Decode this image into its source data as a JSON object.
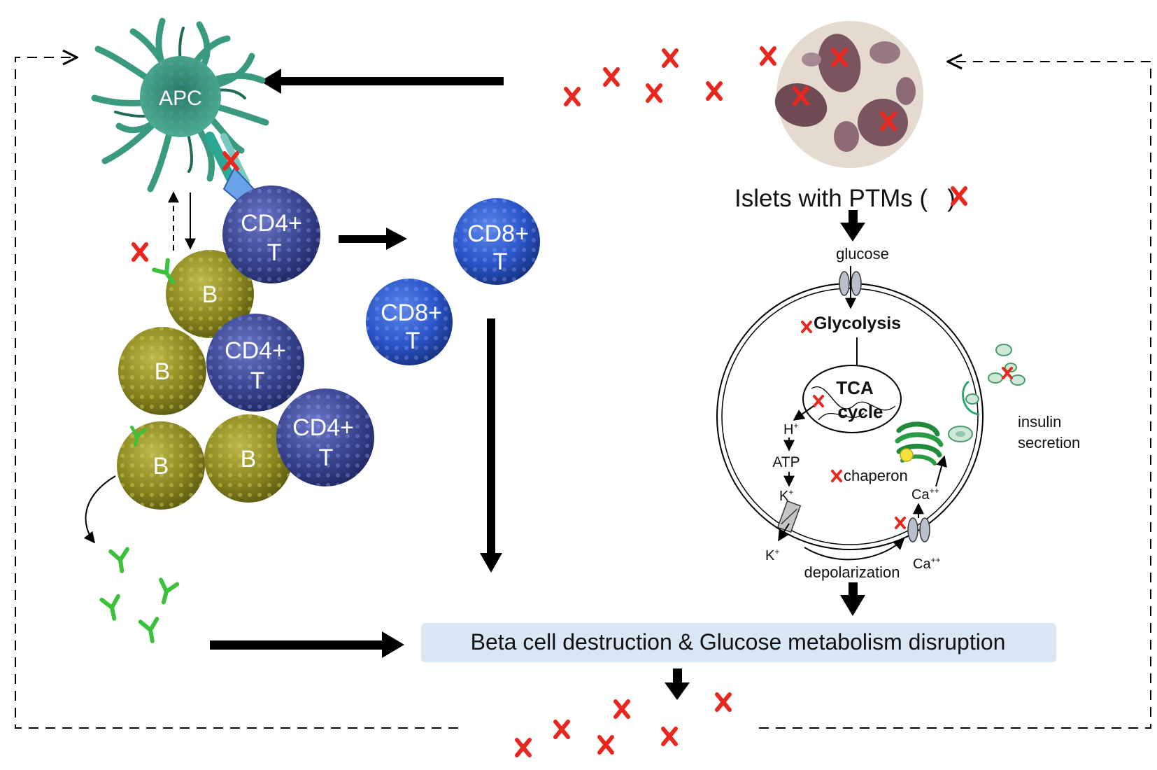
{
  "cells": {
    "apc": "APC",
    "cd4_t_line1": "CD4+",
    "cd4_t_line2": "T",
    "cd8_t_line1": "CD8+",
    "cd8_t_line2": "T",
    "b_cell": "B"
  },
  "islets": {
    "title_prefix": "Islets with PTMs (",
    "title_suffix": ")"
  },
  "beta_cell": {
    "glucose": "glucose",
    "glycolysis": "Glycolysis",
    "tca_line1": "TCA",
    "tca_line2": "cycle",
    "h_plus": "H",
    "h_sup": "+",
    "atp": "ATP",
    "k_in": "K",
    "k_in_sup": "+",
    "k_out": "K",
    "k_out_sup": "+",
    "chaperon": "chaperon",
    "ca_in": "Ca",
    "ca_in_sup": "++",
    "ca_out": "Ca",
    "ca_out_sup": "++",
    "depolarization": "depolarization",
    "insulin_line1": "insulin",
    "insulin_line2": "secretion"
  },
  "outcome": {
    "label": "Beta cell destruction & Glucose metabolism disruption"
  },
  "colors": {
    "ptm_marker": "#e8271f",
    "apc": "#2f8f78",
    "b_cell": "#8c8a1e",
    "cd4_t": "#3a4590",
    "cd8_t": "#2a55c8",
    "antibody": "#3cc23a",
    "outcome_box": "#d9e7f4",
    "islet_bg": "#e4dacd",
    "islet_cell": "#7a5560"
  }
}
